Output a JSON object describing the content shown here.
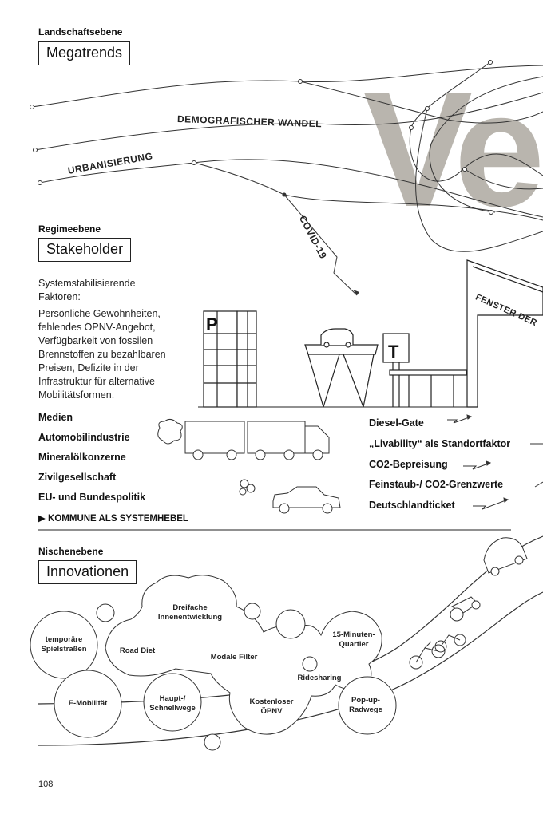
{
  "megatrends": {
    "level_label": "Landschaftsebene",
    "title": "Megatrends",
    "big_word": "Ve",
    "trends": [
      "DEMOGRAFISCHER WANDEL",
      "URBANISIERUNG",
      "COVID-19"
    ]
  },
  "regime": {
    "level_label": "Regimeebene",
    "title": "Stakeholder",
    "stabilizing_heading": "Systemstabilisierende\nFaktoren:",
    "stabilizing_text": "Persönliche Gewohnheiten,\nfehlendes ÖPNV-Angebot,\nVerfügbarkeit von fossilen\nBrennstoffen zu bezahlbaren\nPreisen, Defizite in der\nInfrastruktur für alternative\nMobilitätsformen.",
    "window_label": "FENSTER DER",
    "sign_parking": "P",
    "sign_transit": "T",
    "stakeholders": [
      "Medien",
      "Automobilindustrie",
      "Mineralölkonzerne",
      "Zivilgesellschaft",
      "EU- und Bundespolitik"
    ],
    "lever": "▶ KOMMUNE ALS SYSTEMHEBEL",
    "events": [
      "Diesel-Gate",
      "„Livability“ als Standortfaktor",
      "CO2-Bepreisung",
      "Feinstaub-/ CO2-Grenzwerte",
      "Deutschlandticket"
    ]
  },
  "niche": {
    "level_label": "Nischenebene",
    "title": "Innovationen",
    "innovations": [
      "temporäre\nSpielstraßen",
      "Dreifache\nInnenentwicklung",
      "Road Diet",
      "Modale Filter",
      "15-Minuten-\nQuartier",
      "Ridesharing",
      "E-Mobilität",
      "Haupt-/\nSchnellwege",
      "Kostenloser\nÖPNV",
      "Pop-up-\nRadwege"
    ]
  },
  "page_number": "108"
}
